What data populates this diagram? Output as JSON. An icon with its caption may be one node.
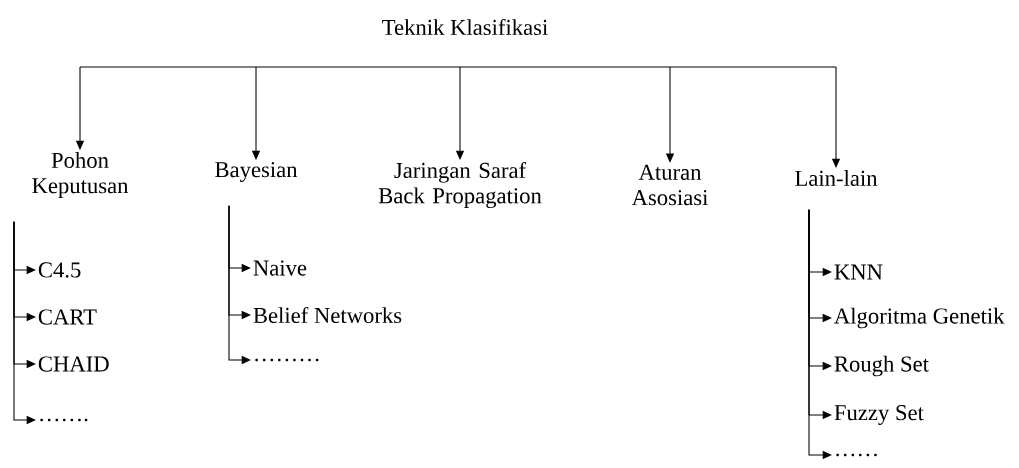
{
  "diagram": {
    "title": "Teknik Klasifikasi",
    "nodes": [
      {
        "text": [
          "Pohon Keputusan"
        ]
      },
      {
        "text": [
          "Bayesian"
        ]
      },
      {
        "text": [
          "Jaringan Saraf Back Propagation"
        ]
      },
      {
        "text": [
          "Aturan Asosiasi"
        ]
      },
      {
        "text": [
          "Lain-lain"
        ]
      },
      {
        "text": [
          "C4.5"
        ]
      },
      {
        "text": [
          "CART"
        ]
      },
      {
        "text": [
          "CHAID"
        ]
      },
      {
        "text": [
          "……."
        ]
      },
      {
        "text": [
          "Naive"
        ]
      },
      {
        "text": [
          "Belief Networks"
        ]
      },
      {
        "text": [
          "………"
        ]
      },
      {
        "text": [
          "KNN"
        ]
      },
      {
        "text": [
          "Algoritma Genetik"
        ]
      },
      {
        "text": [
          "Rough Set"
        ]
      },
      {
        "text": [
          "Fuzzy Set"
        ]
      },
      {
        "text": [
          "……"
        ]
      }
    ],
    "edges": [
      {
        "from": null,
        "to": 0,
        "arrow": "to"
      },
      {
        "from": null,
        "to": 1,
        "arrow": "to"
      },
      {
        "from": null,
        "to": 2,
        "arrow": "to"
      },
      {
        "from": null,
        "to": 3,
        "arrow": "to"
      },
      {
        "from": null,
        "to": 4,
        "arrow": "to"
      },
      {
        "from": 0,
        "to": 5,
        "arrow": "to"
      },
      {
        "from": 0,
        "to": 6,
        "arrow": "to"
      },
      {
        "from": 0,
        "to": 7,
        "arrow": "to"
      },
      {
        "from": 0,
        "to": 8,
        "arrow": "to"
      },
      {
        "from": 1,
        "to": 9,
        "arrow": "to"
      },
      {
        "from": 1,
        "to": 10,
        "arrow": "to"
      },
      {
        "from": 1,
        "to": 11,
        "arrow": "to"
      },
      {
        "from": 4,
        "to": 12,
        "arrow": "to"
      },
      {
        "from": 4,
        "to": 13,
        "arrow": "to"
      },
      {
        "from": 4,
        "to": 14,
        "arrow": "to"
      },
      {
        "from": 4,
        "to": 15,
        "arrow": "to"
      },
      {
        "from": 4,
        "to": 16,
        "arrow": "to"
      }
    ]
  }
}
